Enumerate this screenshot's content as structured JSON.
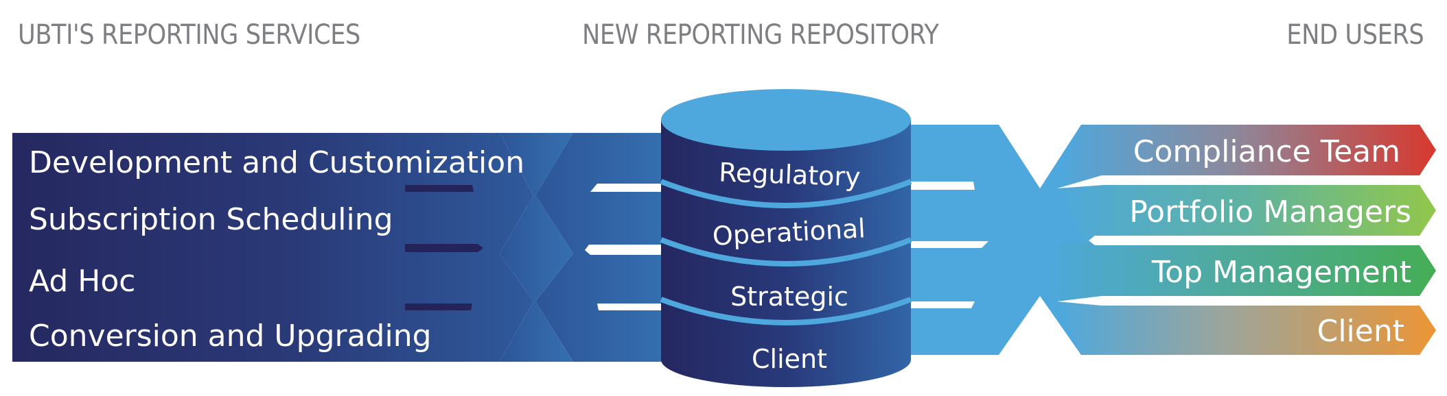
{
  "headers": {
    "left": "UBTI'S REPORTING SERVICES",
    "middle": "NEW REPORTING REPOSITORY",
    "right": "END USERS"
  },
  "services": [
    {
      "label": "Development and Customization"
    },
    {
      "label": "Subscription Scheduling"
    },
    {
      "label": "Ad Hoc"
    },
    {
      "label": "Conversion and Upgrading"
    }
  ],
  "repository": {
    "icon": "database-cylinder-icon",
    "layers": [
      {
        "label": "Regulatory"
      },
      {
        "label": "Operational"
      },
      {
        "label": "Strategic"
      },
      {
        "label": "Client"
      }
    ]
  },
  "end_users": [
    {
      "label": "Compliance Team",
      "color": "#d63a35"
    },
    {
      "label": "Portfolio Managers",
      "color": "#8cc04f"
    },
    {
      "label": "Top Management",
      "color": "#45ab5a"
    },
    {
      "label": "Client",
      "color": "#e8963a"
    }
  ],
  "colors": {
    "navy": "#272a62",
    "mid_blue": "#2f64a6",
    "light_blue": "#4ea8dd",
    "header_gray": "#7d7f83"
  }
}
